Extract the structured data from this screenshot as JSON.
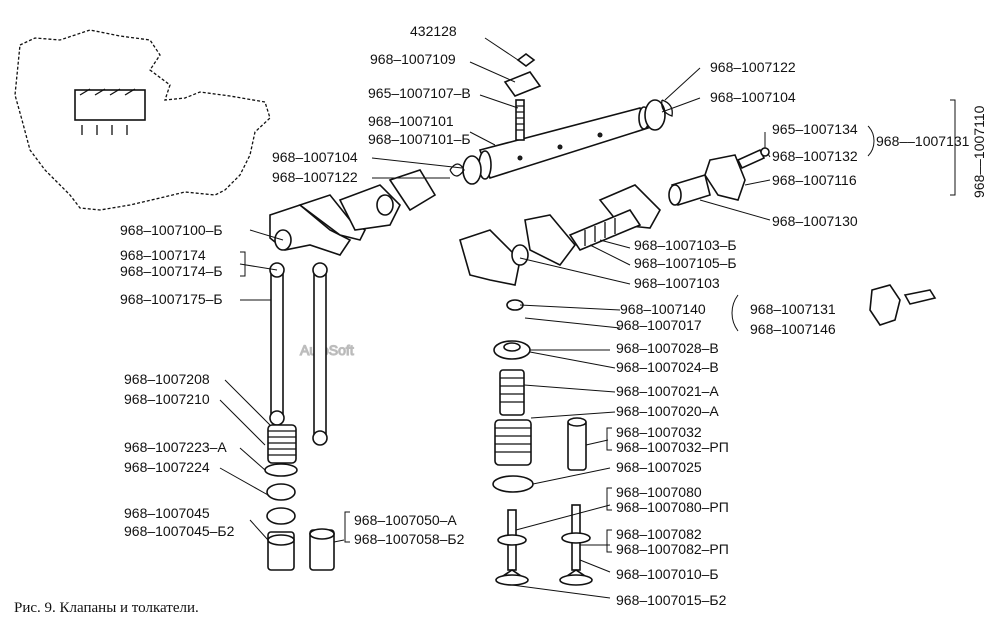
{
  "caption": "Рис. 9. Клапаны и толкатели.",
  "watermark": "AutoSoft",
  "labels": [
    {
      "id": "432128",
      "text": "432128"
    },
    {
      "id": "968-1007109",
      "text": "968–1007109"
    },
    {
      "id": "965-1007107-v",
      "text": "965–1007107–В"
    },
    {
      "id": "968-1007101",
      "text": "968–1007101"
    },
    {
      "id": "968-1007101-b",
      "text": "968–1007101–Б"
    },
    {
      "id": "968-1007104-left",
      "text": "968–1007104"
    },
    {
      "id": "968-1007122-left",
      "text": "968–1007122"
    },
    {
      "id": "968-1007100-b",
      "text": "968–1007100–Б"
    },
    {
      "id": "968-1007174",
      "text": "968–1007174"
    },
    {
      "id": "968-1007174-b",
      "text": "968–1007174–Б"
    },
    {
      "id": "968-1007175-b",
      "text": "968–1007175–Б"
    },
    {
      "id": "968-1007208",
      "text": "968–1007208"
    },
    {
      "id": "968-1007210",
      "text": "968–1007210"
    },
    {
      "id": "968-1007223-a",
      "text": "968–1007223–А"
    },
    {
      "id": "968-1007224",
      "text": "968–1007224"
    },
    {
      "id": "968-1007045",
      "text": "968–1007045"
    },
    {
      "id": "968-1007045-b2",
      "text": "968–1007045–Б2"
    },
    {
      "id": "968-1007050-a",
      "text": "968–1007050–А"
    },
    {
      "id": "968-1007058-b2",
      "text": "968–1007058–Б2"
    },
    {
      "id": "968-1007122-right",
      "text": "968–1007122"
    },
    {
      "id": "968-1007104-right",
      "text": "968–1007104"
    },
    {
      "id": "965-1007134",
      "text": "965–1007134"
    },
    {
      "id": "968-1007132",
      "text": "968–1007132"
    },
    {
      "id": "968-1007131-top",
      "text": "968––1007131"
    },
    {
      "id": "968-1007110",
      "text": "968––1007110"
    },
    {
      "id": "968-1007116",
      "text": "968–1007116"
    },
    {
      "id": "968-1007130",
      "text": "968–1007130"
    },
    {
      "id": "968-1007103-b",
      "text": "968–1007103–Б"
    },
    {
      "id": "968-1007105-b",
      "text": "968–1007105–Б"
    },
    {
      "id": "968-1007103",
      "text": "968–1007103"
    },
    {
      "id": "968-1007140",
      "text": "968–1007140"
    },
    {
      "id": "968-1007017",
      "text": "968–1007017"
    },
    {
      "id": "968-1007131-bottom",
      "text": "968–1007131"
    },
    {
      "id": "968-1007146",
      "text": "968–1007146"
    },
    {
      "id": "968-1007028-v",
      "text": "968–1007028–В"
    },
    {
      "id": "968-1007024-v",
      "text": "968–1007024–В"
    },
    {
      "id": "968-1007021-a",
      "text": "968–1007021–А"
    },
    {
      "id": "968-1007020-a",
      "text": "968–1007020–А"
    },
    {
      "id": "968-1007032",
      "text": "968–1007032"
    },
    {
      "id": "968-1007032-rp",
      "text": "968–1007032–РП"
    },
    {
      "id": "968-1007025",
      "text": "968–1007025"
    },
    {
      "id": "968-1007080",
      "text": "968–1007080"
    },
    {
      "id": "968-1007080-rp",
      "text": "968–1007080–РП"
    },
    {
      "id": "968-1007082",
      "text": "968–1007082"
    },
    {
      "id": "968-1007082-rp",
      "text": "968–1007082–РП"
    },
    {
      "id": "968-1007010-b",
      "text": "968–1007010–Б"
    },
    {
      "id": "968-1007015-b2",
      "text": "968–1007015–Б2"
    }
  ]
}
